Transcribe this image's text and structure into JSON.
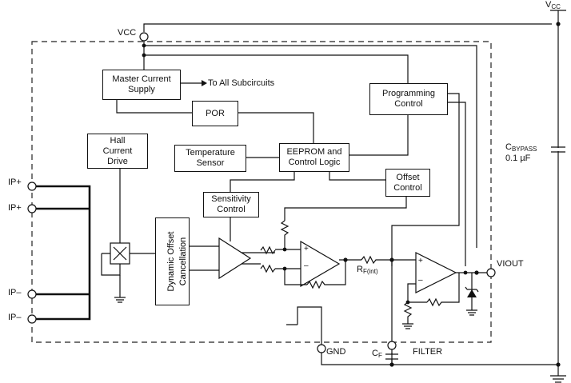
{
  "pins": {
    "vcc_supply": {
      "main": "V",
      "sub": "CC"
    },
    "vcc": "VCC",
    "ip_plus_1": "IP+",
    "ip_plus_2": "IP+",
    "ip_minus_1": "IP–",
    "ip_minus_2": "IP–",
    "viout": "VIOUT",
    "gnd": "GND",
    "filter": "FILTER"
  },
  "blocks": {
    "master_current_supply": [
      "Master Current",
      "Supply"
    ],
    "to_all_subcircuits": "To All Subcircuits",
    "por": "POR",
    "programming_control": [
      "Programming",
      "Control"
    ],
    "hall_current_drive": [
      "Hall",
      "Current",
      "Drive"
    ],
    "temperature_sensor": [
      "Temperature",
      "Sensor"
    ],
    "eeprom_control_logic": [
      "EEPROM and",
      "Control Logic"
    ],
    "offset_control": [
      "Offset",
      "Control"
    ],
    "sensitivity_control": [
      "Sensitivity",
      "Control"
    ],
    "dynamic_offset_cancellation": [
      "Dynamic Offset",
      "Cancellation"
    ]
  },
  "components": {
    "cbypass": {
      "main": "C",
      "sub": "BYPASS",
      "value": "0.1 µF"
    },
    "rf": {
      "main": "R",
      "sub": "F(int)"
    },
    "cf": {
      "main": "C",
      "sub": "F"
    },
    "opamp_plus": "+",
    "opamp_minus": "–"
  }
}
